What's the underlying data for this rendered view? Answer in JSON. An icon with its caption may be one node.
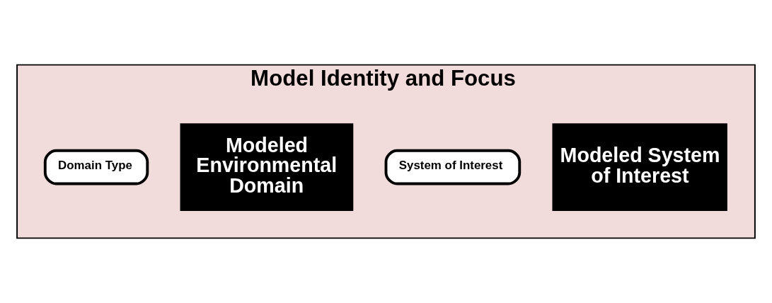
{
  "diagram": {
    "nodes": [
      {
        "text": [
          "Model Identity and Focus"
        ]
      },
      {
        "text": [
          "Modeled System of Interest"
        ],
        "in": 0
      },
      {
        "text": [
          "System of Interest"
        ],
        "in": 0
      },
      {
        "text": [
          "Modeled Environmental Domain"
        ],
        "in": 0
      },
      {
        "text": [
          "Domain Type"
        ],
        "in": 0
      }
    ]
  }
}
